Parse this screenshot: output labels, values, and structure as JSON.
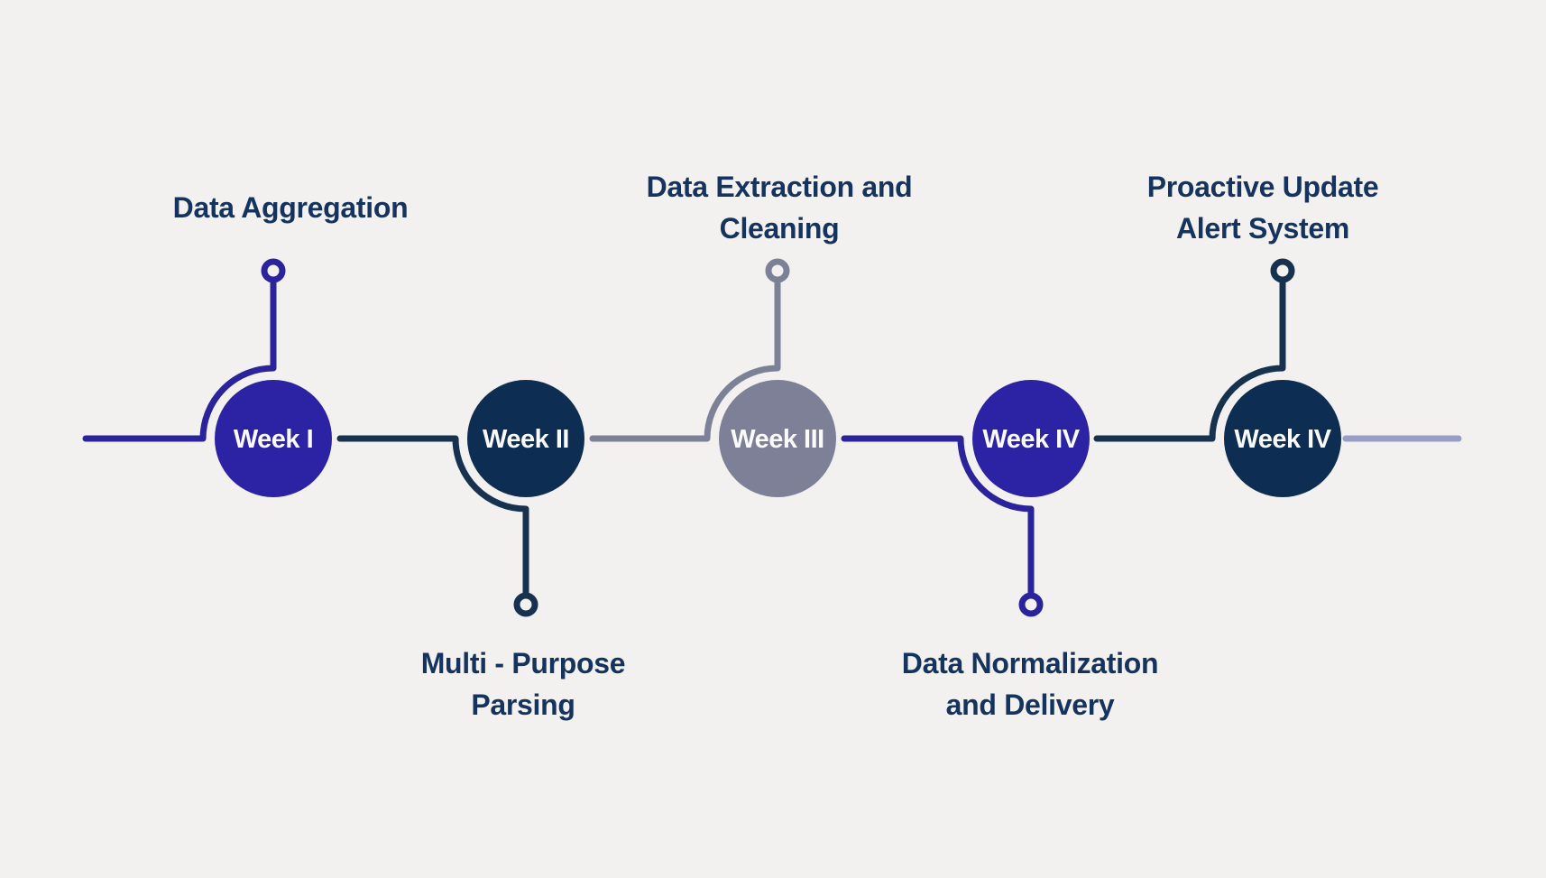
{
  "background": "#f2f1ef",
  "colors": {
    "title_text": "#14335e",
    "label_text": "#fafafa"
  },
  "nodes": [
    {
      "week": "Week I",
      "title": [
        "Data Aggregation"
      ],
      "title_side": "above",
      "circle_color": "#2b23a4",
      "connector_color": "#2a239c"
    },
    {
      "week": "Week II",
      "title": [
        "Multi - Purpose",
        "Parsing"
      ],
      "title_side": "below",
      "circle_color": "#0e2d52",
      "connector_color": "#16324f"
    },
    {
      "week": "Week III",
      "title": [
        "Data Extraction and",
        "Cleaning"
      ],
      "title_side": "above",
      "circle_color": "#7d8096",
      "connector_color": "#7d8197"
    },
    {
      "week": "Week IV",
      "title": [
        "Data Normalization",
        "and Delivery"
      ],
      "title_side": "below",
      "circle_color": "#2b23a4",
      "connector_color": "#2a239c"
    },
    {
      "week": "Week IV",
      "title": [
        "Proactive Update",
        "Alert System"
      ],
      "title_side": "above",
      "circle_color": "#0e2d52",
      "connector_color": "#16324f"
    }
  ],
  "trailing_line_color": "#9a9dc6"
}
